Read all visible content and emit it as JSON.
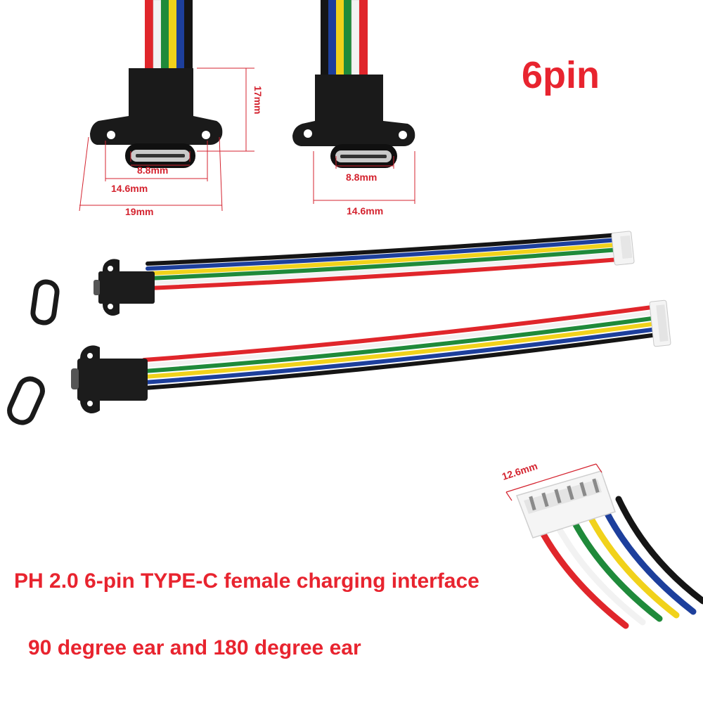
{
  "headline": "6pin",
  "caption_line1": "PH 2.0  6-pin TYPE-C female charging interface",
  "caption_line2": "90 degree ear and 180 degree ear",
  "dimensions": {
    "height_17": "17mm",
    "port_88_left": "8.8mm",
    "width_146_left": "14.6mm",
    "width_19": "19mm",
    "port_88_right": "8.8mm",
    "width_146_right": "14.6mm",
    "pitch_126": "12.6mm"
  },
  "colors": {
    "accent_red": "#e8242f",
    "wire_red": "#e0262b",
    "wire_white": "#f2f2f2",
    "wire_green": "#1f8a3a",
    "wire_yellow": "#f1d21b",
    "wire_blue": "#1d3f9c",
    "wire_black": "#151515",
    "connector": "#1a1a1a"
  }
}
